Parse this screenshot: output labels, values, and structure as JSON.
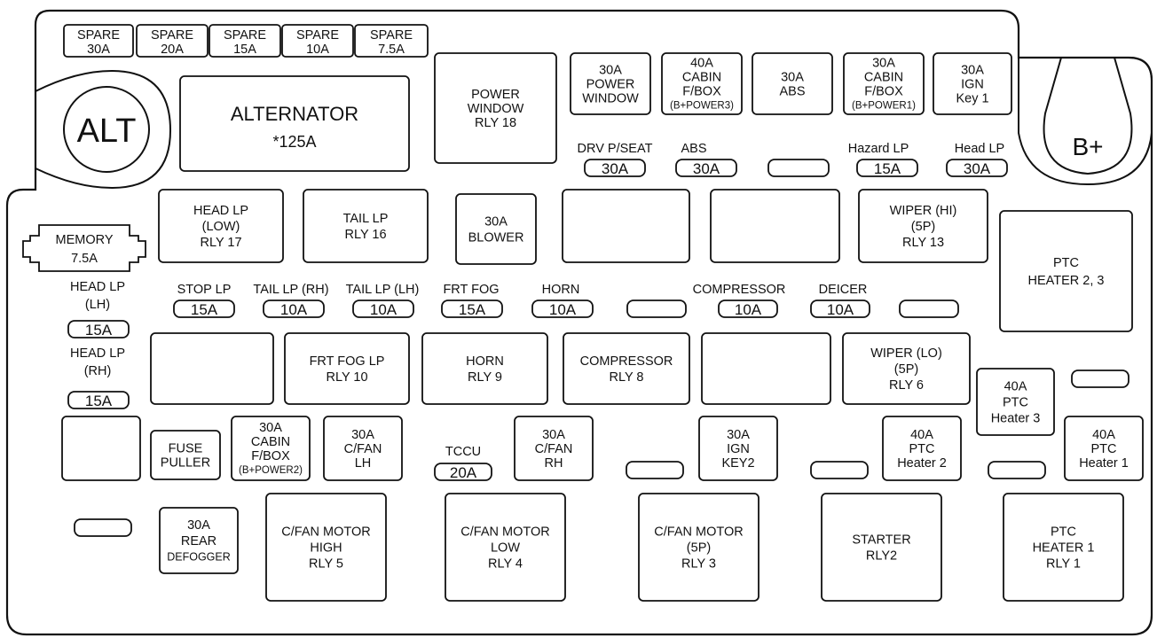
{
  "spares": [
    {
      "name": "SPARE",
      "rating": "30A"
    },
    {
      "name": "SPARE",
      "rating": "20A"
    },
    {
      "name": "SPARE",
      "rating": "15A"
    },
    {
      "name": "SPARE",
      "rating": "10A"
    },
    {
      "name": "SPARE",
      "rating": "7.5A"
    }
  ],
  "terminals": {
    "alt": "ALT",
    "bplus": "B+"
  },
  "alternator": {
    "line1": "ALTERNATOR",
    "line2": "*125A"
  },
  "top_boxes": [
    {
      "lines": [
        "POWER",
        "WINDOW",
        "RLY 18"
      ]
    },
    {
      "lines": [
        "30A",
        "POWER",
        "WINDOW"
      ]
    },
    {
      "lines": [
        "40A",
        "CABIN",
        "F/BOX",
        "(B+POWER3)"
      ]
    },
    {
      "lines": [
        "30A",
        "ABS"
      ]
    },
    {
      "lines": [
        "30A",
        "CABIN",
        "F/BOX",
        "(B+POWER1)"
      ]
    },
    {
      "lines": [
        "30A",
        "IGN",
        "Key 1"
      ]
    }
  ],
  "top_fuses": [
    {
      "label": "DRV P/SEAT",
      "rating": "30A"
    },
    {
      "label": "ABS",
      "rating": "30A"
    },
    {
      "label": "",
      "rating": ""
    },
    {
      "label": "Hazard LP",
      "rating": "15A"
    },
    {
      "label": "Head LP",
      "rating": "30A"
    }
  ],
  "memory": {
    "line1": "MEMORY",
    "line2": "7.5A"
  },
  "relays_row1": [
    {
      "lines": [
        "HEAD LP",
        "(LOW)",
        "RLY 17"
      ]
    },
    {
      "lines": [
        "TAIL LP",
        "RLY 16"
      ]
    },
    {
      "lines": [
        "30A",
        "BLOWER"
      ]
    },
    {
      "lines": []
    },
    {
      "lines": []
    },
    {
      "lines": [
        "WIPER (HI)",
        "(5P)",
        "RLY 13"
      ]
    }
  ],
  "ptc_heater_23": {
    "lines": [
      "PTC",
      "HEATER 2, 3"
    ]
  },
  "head_lp_fuses": [
    {
      "label1": "HEAD LP",
      "label2": "(LH)",
      "rating": "15A"
    },
    {
      "label1": "HEAD LP",
      "label2": "(RH)",
      "rating": "15A"
    }
  ],
  "mid_fuses": [
    {
      "label": "STOP LP",
      "rating": "15A"
    },
    {
      "label": "TAIL LP (RH)",
      "rating": "10A"
    },
    {
      "label": "TAIL LP (LH)",
      "rating": "10A"
    },
    {
      "label": "FRT FOG",
      "rating": "15A"
    },
    {
      "label": "HORN",
      "rating": "10A"
    },
    {
      "label": "",
      "rating": ""
    },
    {
      "label": "COMPRESSOR",
      "rating": "10A"
    },
    {
      "label": "DEICER",
      "rating": "10A"
    },
    {
      "label": "",
      "rating": ""
    }
  ],
  "relays_row2": [
    {
      "lines": []
    },
    {
      "lines": [
        "FRT FOG LP",
        "RLY 10"
      ]
    },
    {
      "lines": [
        "HORN",
        "RLY 9"
      ]
    },
    {
      "lines": [
        "COMPRESSOR",
        "RLY 8"
      ]
    },
    {
      "lines": []
    },
    {
      "lines": [
        "WIPER (LO)",
        "(5P)",
        "RLY 6"
      ]
    }
  ],
  "ptc_heater3": {
    "lines": [
      "40A",
      "PTC",
      "Heater 3"
    ]
  },
  "row3_boxes": [
    {
      "lines": []
    },
    {
      "lines": [
        "FUSE",
        "PULLER"
      ]
    },
    {
      "lines": [
        "30A",
        "CABIN",
        "F/BOX",
        "(B+POWER2)"
      ]
    },
    {
      "lines": [
        "30A",
        "C/FAN",
        "LH"
      ]
    },
    {
      "lines": [
        "30A",
        "C/FAN",
        "RH"
      ]
    },
    {
      "lines": [
        "30A",
        "IGN",
        "KEY2"
      ]
    },
    {
      "lines": [
        "40A",
        "PTC",
        "Heater 2"
      ]
    },
    {
      "lines": [
        "40A",
        "PTC",
        "Heater 1"
      ]
    }
  ],
  "tccu": {
    "label": "TCCU",
    "rating": "20A"
  },
  "bottom_boxes": [
    {
      "lines": [
        "30A",
        "REAR",
        "DEFOGGER"
      ]
    },
    {
      "lines": [
        "C/FAN MOTOR",
        "HIGH",
        "RLY 5"
      ]
    },
    {
      "lines": [
        "C/FAN MOTOR",
        "LOW",
        "RLY 4"
      ]
    },
    {
      "lines": [
        "C/FAN MOTOR",
        "(5P)",
        "RLY 3"
      ]
    },
    {
      "lines": [
        "STARTER",
        "RLY2"
      ]
    },
    {
      "lines": [
        "PTC",
        "HEATER 1",
        "RLY 1"
      ]
    }
  ]
}
